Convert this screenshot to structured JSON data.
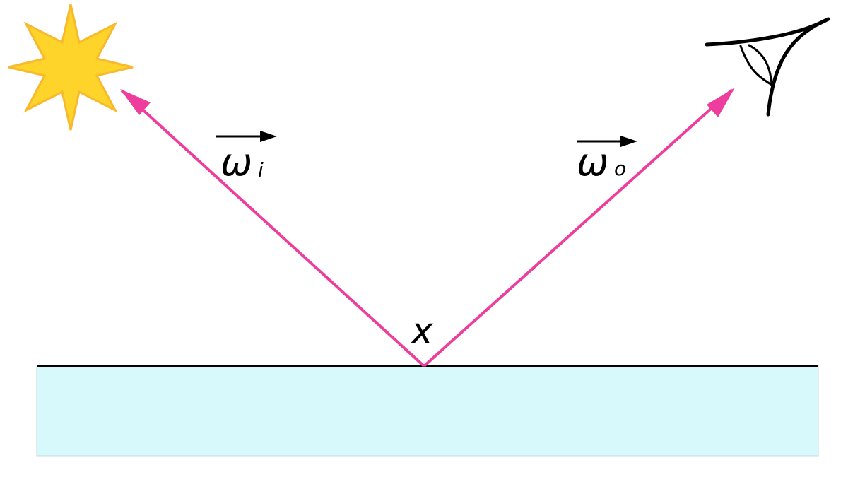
{
  "labels": {
    "incident_symbol": "ω",
    "incident_subscript": "i",
    "outgoing_symbol": "ω",
    "outgoing_subscript": "o",
    "point": "x"
  },
  "colors": {
    "ray": "#ee3d9c",
    "surface_fill": "#d8f9fb",
    "surface_border": "#c8d8dc",
    "surface_line": "#000000",
    "sun_fill": "#ffd42a",
    "sun_stroke": "#f8b92c",
    "eye_stroke": "#000000",
    "vector_arrow": "#000000"
  },
  "icons": {
    "light_source": "sun-icon",
    "viewer": "eye-icon"
  }
}
